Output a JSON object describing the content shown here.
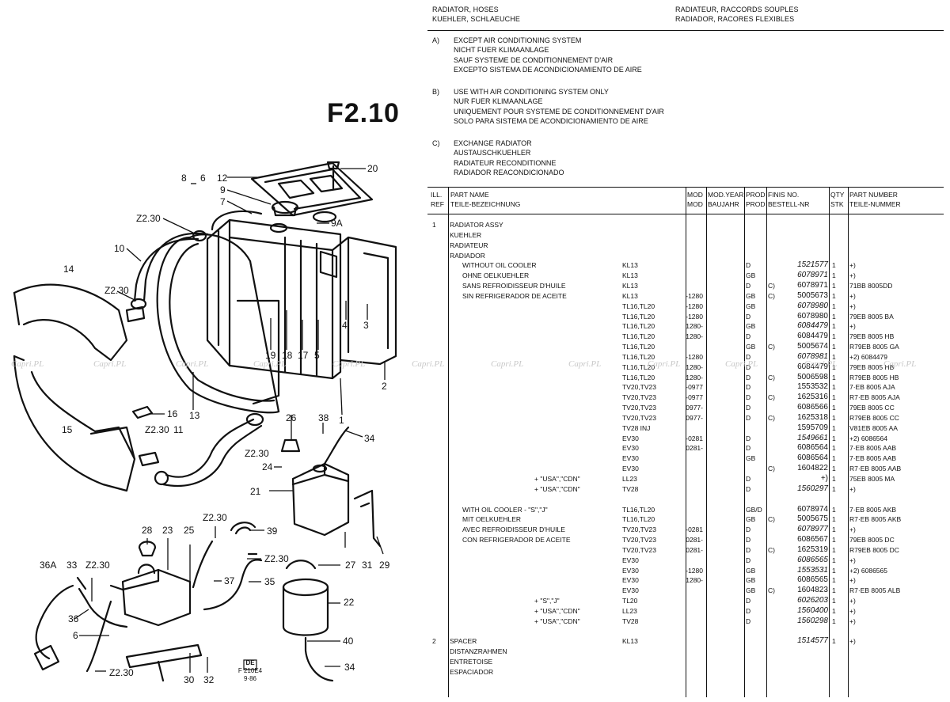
{
  "header": {
    "left": [
      "RADIATOR, HOSES",
      "KUEHLER, SCHLAEUCHE"
    ],
    "right": [
      "RADIATEUR, RACCORDS SOUPLES",
      "RADIADOR, RACORES FLEXIBLES"
    ]
  },
  "figure_number": "F2.10",
  "notes": [
    {
      "label": "A)",
      "lines": [
        "EXCEPT AIR CONDITIONING SYSTEM",
        "NICHT FUER KLIMAANLAGE",
        "SAUF SYSTEME DE CONDITIONNEMENT D'AIR",
        "EXCEPTO SISTEMA DE ACONDICIONAMIENTO DE AIRE"
      ]
    },
    {
      "label": "B)",
      "lines": [
        "USE WITH AIR CONDITIONING SYSTEM ONLY",
        "NUR FUER KLIMAANLAGE",
        "UNIQUEMENT POUR SYSTEME DE CONDITIONNEMENT D'AIR",
        "SOLO PARA SISTEMA DE ACONDICIONAMIENTO DE AIRE"
      ]
    },
    {
      "label": "C)",
      "lines": [
        "EXCHANGE RADIATOR",
        "AUSTAUSCHKUEHLER",
        "RADIATEUR RECONDITIONNE",
        "RADIADOR REACONDICIONADO"
      ]
    }
  ],
  "table_header": {
    "ill": [
      "ILL.",
      "REF"
    ],
    "part_name": [
      "PART NAME",
      "TEILE-BEZEICHNUNG"
    ],
    "mod": [
      "MOD",
      "MOD"
    ],
    "mod_year": [
      "MOD.YEAR",
      "BAUJAHR"
    ],
    "prod": [
      "PROD",
      "PROD"
    ],
    "finis": [
      "FINIS NO.",
      "BESTELL-NR"
    ],
    "qty": [
      "QTY",
      "STK"
    ],
    "part_number": [
      "PART NUMBER",
      "TEILE-NUMMER"
    ]
  },
  "rows": [
    {
      "ref": "1",
      "name": "RADIATOR ASSY"
    },
    {
      "name": "KUEHLER"
    },
    {
      "name": "RADIATEUR"
    },
    {
      "name": "RADIADOR"
    },
    {
      "name": "WITHOUT OIL COOLER",
      "ind": 1,
      "mod": "KL13",
      "prod": "D",
      "finis": "1521577",
      "it": true,
      "qty": "1",
      "pn": "+)"
    },
    {
      "name": "OHNE OELKUEHLER",
      "ind": 1,
      "mod": "KL13",
      "prod": "GB",
      "finis": "6078971",
      "it": true,
      "qty": "1",
      "pn": "+)"
    },
    {
      "name": "SANS REFROIDISSEUR D'HUILE",
      "ind": 1,
      "mod": "KL13",
      "prod": "D",
      "c": "C)",
      "finis": "6078971",
      "qty": "1",
      "pn": "71BB 8005DD"
    },
    {
      "name": "SIN REFRIGERADOR DE ACEITE",
      "ind": 1,
      "mod": "KL13",
      "year": "-1280",
      "prod": "GB",
      "c": "C)",
      "finis": "5005673",
      "qty": "1",
      "pn": "+)"
    },
    {
      "mod": "TL16,TL20",
      "year": "-1280",
      "prod": "GB",
      "finis": "6078980",
      "it": true,
      "qty": "1",
      "pn": "+)"
    },
    {
      "mod": "TL16,TL20",
      "year": "-1280",
      "prod": "D",
      "finis": "6078980",
      "qty": "1",
      "pn": "79EB 8005 BA"
    },
    {
      "mod": "TL16,TL20",
      "year": "1280-",
      "prod": "GB",
      "finis": "6084479",
      "it": true,
      "qty": "1",
      "pn": "+)"
    },
    {
      "mod": "TL16,TL20",
      "year": "1280-",
      "prod": "D",
      "finis": "6084479",
      "qty": "1",
      "pn": "79EB 8005 HB"
    },
    {
      "mod": "TL16,TL20",
      "prod": "GB",
      "c": "C)",
      "finis": "5005674",
      "qty": "1",
      "pn": "R79EB 8005 GA"
    },
    {
      "mod": "TL16,TL20",
      "year": "-1280",
      "prod": "D",
      "finis": "6078981",
      "it": true,
      "qty": "1",
      "pn": "+2) 6084479"
    },
    {
      "mod": "TL16,TL20",
      "year": "1280-",
      "prod": "D",
      "finis": "6084479",
      "qty": "1",
      "pn": "79EB 8005 HB"
    },
    {
      "mod": "TL16,TL20",
      "year": "1280-",
      "prod": "D",
      "c": "C)",
      "finis": "5006598",
      "qty": "1",
      "pn": "R79EB 8005 HB"
    },
    {
      "mod": "TV20,TV23",
      "year": "-0977",
      "prod": "D",
      "finis": "1553532",
      "qty": "1",
      "pn": "7·EB 8005 AJA"
    },
    {
      "mod": "TV20,TV23",
      "year": "-0977",
      "prod": "D",
      "c": "C)",
      "finis": "1625316",
      "qty": "1",
      "pn": "R7·EB 8005 AJA"
    },
    {
      "mod": "TV20,TV23",
      "year": "0977-",
      "prod": "D",
      "finis": "6086566",
      "qty": "1",
      "pn": "79EB 8005 CC"
    },
    {
      "mod": "TV20,TV23",
      "year": "0977-",
      "prod": "D",
      "c": "C)",
      "finis": "1625318",
      "qty": "1",
      "pn": "R79EB 8005 CC"
    },
    {
      "mod": "TV28 INJ",
      "finis": "1595709",
      "qty": "1",
      "pn": "V81EB 8005 AA"
    },
    {
      "mod": "EV30",
      "year": "-0281",
      "prod": "D",
      "finis": "1549661",
      "it": true,
      "qty": "1",
      "pn": "+2) 6086564"
    },
    {
      "mod": "EV30",
      "year": "0281-",
      "prod": "D",
      "finis": "6086564",
      "qty": "1",
      "pn": "7·EB 8005 AAB"
    },
    {
      "mod": "EV30",
      "prod": "GB",
      "finis": "6086564",
      "qty": "1",
      "pn": "7·EB 8005 AAB"
    },
    {
      "mod": "EV30",
      "c": "C)",
      "finis": "1604822",
      "qty": "1",
      "pn": "R7·EB 8005 AAB"
    },
    {
      "name": "+ \"USA\",\"CDN\"",
      "ind": 2,
      "mod": "LL23",
      "prod": "D",
      "finis": "+)",
      "qty": "1",
      "pn": "75EB 8005 MA"
    },
    {
      "name": "+ \"USA\",\"CDN\"",
      "ind": 2,
      "mod": "TV28",
      "prod": "D",
      "finis": "1560297",
      "it": true,
      "qty": "1",
      "pn": "+)"
    },
    {
      "name": ""
    },
    {
      "name": "WITH OIL COOLER - \"S\",\"J\"",
      "ind": 1,
      "mod": "TL16,TL20",
      "prod": "GB/D",
      "finis": "6078974",
      "qty": "1",
      "pn": "7·EB 8005 AKB"
    },
    {
      "name": "MIT OELKUEHLER",
      "ind": 1,
      "mod": "TL16,TL20",
      "prod": "GB",
      "c": "C)",
      "finis": "5005675",
      "qty": "1",
      "pn": "R7·EB 8005 AKB"
    },
    {
      "name": "AVEC REFROIDISSEUR D'HUILE",
      "ind": 1,
      "mod": "TV20,TV23",
      "year": "-0281",
      "prod": "D",
      "finis": "6078977",
      "it": true,
      "qty": "1",
      "pn": "+)"
    },
    {
      "name": "CON REFRIGERADOR DE ACEITE",
      "ind": 1,
      "mod": "TV20,TV23",
      "year": "0281-",
      "prod": "D",
      "finis": "6086567",
      "qty": "1",
      "pn": "79EB 8005 DC"
    },
    {
      "mod": "TV20,TV23",
      "year": "0281-",
      "prod": "D",
      "c": "C)",
      "finis": "1625319",
      "qty": "1",
      "pn": "R79EB 8005 DC"
    },
    {
      "mod": "EV30",
      "prod": "D",
      "finis": "6086565",
      "it": true,
      "qty": "1",
      "pn": "+)"
    },
    {
      "mod": "EV30",
      "year": "-1280",
      "prod": "GB",
      "finis": "1553531",
      "it": true,
      "qty": "1",
      "pn": "+2) 6086565"
    },
    {
      "mod": "EV30",
      "year": "1280-",
      "prod": "GB",
      "finis": "6086565",
      "qty": "1",
      "pn": "+)"
    },
    {
      "mod": "EV30",
      "prod": "GB",
      "c": "C)",
      "finis": "1604823",
      "qty": "1",
      "pn": "R7·EB 8005 ALB"
    },
    {
      "name": "+ \"S\",\"J\"",
      "ind": 2,
      "mod": "TL20",
      "prod": "D",
      "finis": "6026203",
      "it": true,
      "qty": "1",
      "pn": "+)"
    },
    {
      "name": "+ \"USA\",\"CDN\"",
      "ind": 2,
      "mod": "LL23",
      "prod": "D",
      "finis": "1560400",
      "it": true,
      "qty": "1",
      "pn": "+)"
    },
    {
      "name": "+ \"USA\",\"CDN\"",
      "ind": 2,
      "mod": "TV28",
      "prod": "D",
      "finis": "1560298",
      "it": true,
      "qty": "1",
      "pn": "+)"
    },
    {
      "name": ""
    },
    {
      "ref": "2",
      "name": "SPACER",
      "mod": "KL13",
      "finis": "1514577",
      "it": true,
      "qty": "1",
      "pn": "+)"
    },
    {
      "name": "DISTANZRAHMEN"
    },
    {
      "name": "ENTRETOISE"
    },
    {
      "name": "ESPACIADOR"
    }
  ],
  "callouts": {
    "c20": "20",
    "c12": "12",
    "c8": "8",
    "c6": "6",
    "c9": "9",
    "c7": "7",
    "c9a": "9A",
    "z230_a": "Z2.30",
    "c10": "10",
    "c14": "14",
    "z230_b": "Z2.30",
    "c4": "4",
    "c3": "3",
    "c2": "2",
    "c19": "19",
    "c18": "18",
    "c17": "17",
    "c5": "5",
    "c16": "16",
    "c13": "13",
    "c1": "1",
    "c26": "26",
    "c38": "38",
    "c34a": "34",
    "c15": "15",
    "z230_c": "Z2.30",
    "c11": "11",
    "z230_d": "Z2.30",
    "c24": "24",
    "c21": "21",
    "c29": "29",
    "c31": "31",
    "c39": "39",
    "c28": "28",
    "c23": "23",
    "c25": "25",
    "z230_e": "Z2.30",
    "z230_f": "Z2.30",
    "c36a": "36A",
    "c33": "33",
    "z230_g": "Z2.30",
    "c27": "27",
    "c37": "37",
    "c35": "35",
    "c22": "22",
    "c36": "36",
    "c6b": "6",
    "c40": "40",
    "c34b": "34",
    "z230_h": "Z2.30",
    "c30": "30",
    "c32": "32"
  },
  "stamp": [
    "DE",
    "F 210E4",
    "9·86"
  ],
  "watermark": [
    "Capri.PL",
    "Capri.PL",
    "Capri.PL",
    "Capri.PL",
    "Capri.PL",
    "Capri.PL",
    "Capri.PL",
    "Capri.PL",
    "Capri.PL",
    "Capri.PL",
    "Capri.PL",
    "Capri.PL"
  ]
}
